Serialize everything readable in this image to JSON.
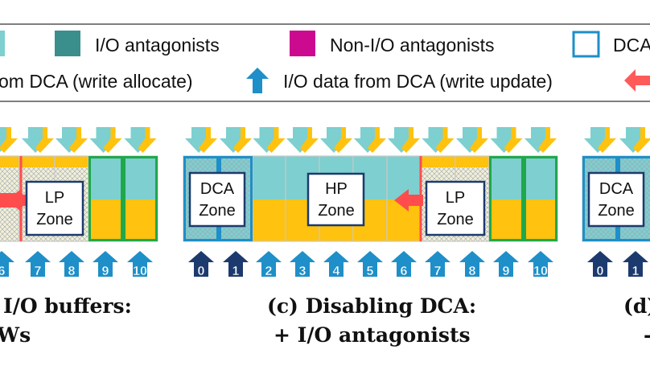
{
  "legend": {
    "row1": [
      {
        "label": "I/O antagonists",
        "color": "#3a8f8c",
        "swatch": "filled"
      },
      {
        "label": "Non-I/O antagonists",
        "color": "#cc0a8f",
        "swatch": "filled"
      },
      {
        "label": "DCA",
        "color": "#1e8fc8",
        "swatch": "outline"
      }
    ],
    "row2": [
      {
        "label": "om DCA (write allocate)"
      },
      {
        "label": "I/O data from DCA (write update)",
        "arrow_color": "#1e8fc8"
      }
    ],
    "row2_partial_arrow_color": "#ff5a5a"
  },
  "zones": {
    "lp_line1": "LP",
    "lp_line2": "Zone",
    "hp_line1": "HP",
    "hp_line2": "Zone",
    "dca_line1": "DCA",
    "dca_line2": "Zone"
  },
  "bottom_numbers": {
    "left_panel": [
      "6",
      "7",
      "8",
      "9",
      "10"
    ],
    "center_panel": [
      "0",
      "1",
      "2",
      "3",
      "4",
      "5",
      "6",
      "7",
      "8",
      "9",
      "10"
    ],
    "right_panel": [
      "0",
      "1"
    ]
  },
  "captions": {
    "left_line1": "I/O buffers:",
    "left_line2": "Ws",
    "center_line1": "(c) Disabling DCA:",
    "center_line2": "+ I/O antagonists",
    "right_line1": "(d)",
    "right_line2": "-"
  },
  "colors": {
    "teal_light": "#7ecfcf",
    "yellow": "#ffc20e",
    "cream": "#f3efd6",
    "green": "#1fa84a",
    "blue": "#1e8fc8",
    "navy": "#1c3a6e",
    "red": "#ff4d4d",
    "gray": "#c9c9c9"
  }
}
